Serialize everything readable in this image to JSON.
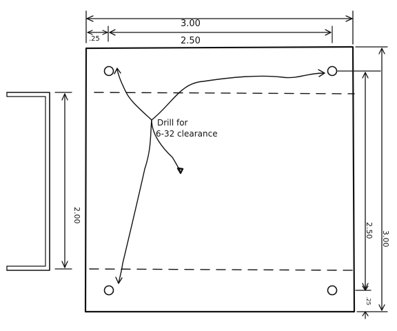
{
  "dimensions": {
    "overall_width": "3.00",
    "hole_offset_left": ".25",
    "hole_spacing_horizontal": "2.50",
    "channel_height": "2.00",
    "hole_spacing_vertical": "2.50",
    "overall_height": "3.00",
    "hole_offset_bottom": ".25"
  },
  "note": {
    "line1": "Drill for",
    "line2": "6-32 clearance"
  }
}
